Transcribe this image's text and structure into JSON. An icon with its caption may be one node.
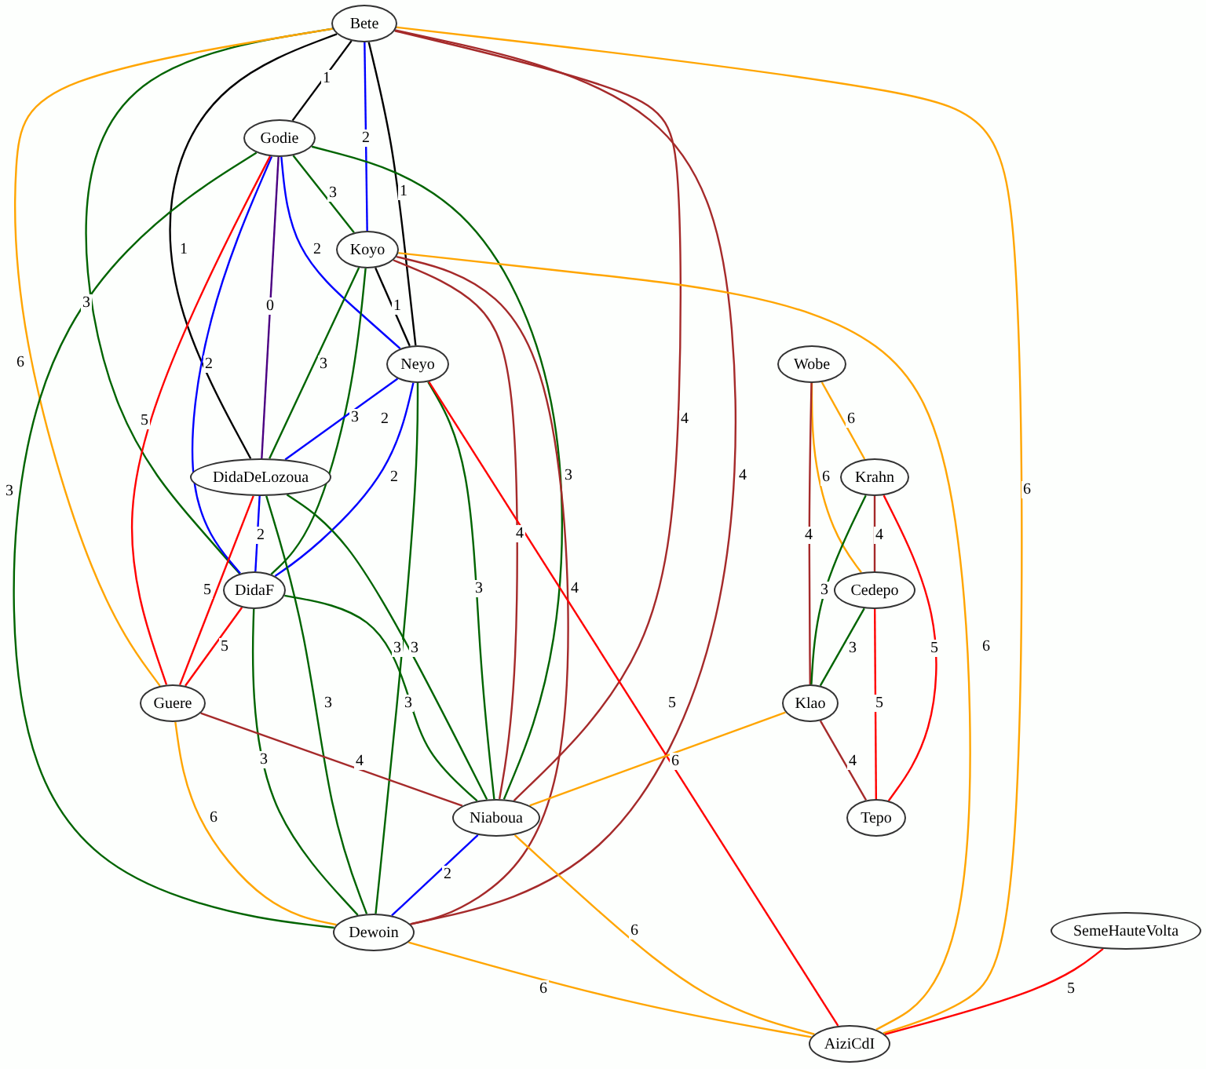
{
  "diagram": {
    "nodes": [
      {
        "text": [
          "Bete"
        ]
      },
      {
        "text": [
          "Godie"
        ]
      },
      {
        "text": [
          "Koyo"
        ]
      },
      {
        "text": [
          "Neyo"
        ]
      },
      {
        "text": [
          "Wobe"
        ]
      },
      {
        "text": [
          "DidaDeLozoua"
        ]
      },
      {
        "text": [
          "Krahn"
        ]
      },
      {
        "text": [
          "DidaF"
        ]
      },
      {
        "text": [
          "Cedepo"
        ]
      },
      {
        "text": [
          "Guere"
        ]
      },
      {
        "text": [
          "Klao"
        ]
      },
      {
        "text": [
          "Niaboua"
        ]
      },
      {
        "text": [
          "Tepo"
        ]
      },
      {
        "text": [
          "Dewoin"
        ]
      },
      {
        "text": [
          "SemeHauteVolta"
        ]
      },
      {
        "text": [
          "AiziCdI"
        ]
      }
    ],
    "edges": [
      {
        "from": 0,
        "to": 1,
        "arrow": "none",
        "label": "1",
        "color": "#000000"
      },
      {
        "from": 0,
        "to": 2,
        "arrow": "none",
        "label": "2",
        "color": "#0000ff"
      },
      {
        "from": 0,
        "to": 3,
        "arrow": "none",
        "label": "1",
        "color": "#000000"
      },
      {
        "from": 0,
        "to": 5,
        "arrow": "none",
        "label": "1",
        "color": "#000000"
      },
      {
        "from": 0,
        "to": 7,
        "arrow": "none",
        "label": "3"
      },
      {
        "from": 0,
        "to": 9,
        "arrow": "none",
        "label": "6",
        "color": "#ffa500"
      },
      {
        "from": 0,
        "to": 11,
        "arrow": "none",
        "label": "4",
        "color": "#a52a2a"
      },
      {
        "from": 0,
        "to": 13,
        "arrow": "none",
        "label": "4",
        "color": "#a52a2a"
      },
      {
        "from": 0,
        "to": 15,
        "arrow": "none",
        "label": "6",
        "color": "#ffa500"
      },
      {
        "from": 1,
        "to": 2,
        "arrow": "none",
        "label": "3"
      },
      {
        "from": 1,
        "to": 3,
        "arrow": "none",
        "label": "2",
        "color": "#0000ff"
      },
      {
        "from": 1,
        "to": 5,
        "arrow": "none",
        "label": "0",
        "color": "#4b0082"
      },
      {
        "from": 1,
        "to": 7,
        "arrow": "none",
        "label": "2",
        "color": "#0000ff"
      },
      {
        "from": 1,
        "to": 9,
        "arrow": "none",
        "label": "5",
        "color": "#ff0000"
      },
      {
        "from": 1,
        "to": 13,
        "arrow": "none",
        "label": "3"
      },
      {
        "from": 1,
        "to": 11,
        "arrow": "none",
        "label": "3"
      },
      {
        "from": 2,
        "to": 3,
        "arrow": "none",
        "label": "1",
        "color": "#000000"
      },
      {
        "from": 2,
        "to": 5,
        "arrow": "none",
        "label": "3"
      },
      {
        "from": 2,
        "to": 7,
        "arrow": "none",
        "label": "3"
      },
      {
        "from": 2,
        "to": 11,
        "arrow": "none",
        "label": "4",
        "color": "#a52a2a"
      },
      {
        "from": 2,
        "to": 13,
        "arrow": "none",
        "label": "4",
        "color": "#a52a2a"
      },
      {
        "from": 2,
        "to": 15,
        "arrow": "none",
        "label": "6",
        "color": "#ffa500"
      },
      {
        "from": 3,
        "to": 5,
        "arrow": "none",
        "label": "2",
        "color": "#0000ff"
      },
      {
        "from": 3,
        "to": 7,
        "arrow": "none",
        "label": "2",
        "color": "#0000ff"
      },
      {
        "from": 3,
        "to": 11,
        "arrow": "none",
        "label": "3"
      },
      {
        "from": 3,
        "to": 13,
        "arrow": "none",
        "label": "3"
      },
      {
        "from": 3,
        "to": 15,
        "arrow": "none",
        "label": "5",
        "color": "#ff0000"
      },
      {
        "from": 4,
        "to": 6,
        "arrow": "none",
        "label": "6",
        "color": "#ffa500"
      },
      {
        "from": 4,
        "to": 8,
        "arrow": "none",
        "label": "6",
        "color": "#ffa500"
      },
      {
        "from": 4,
        "to": 10,
        "arrow": "none",
        "label": "4",
        "color": "#a52a2a"
      },
      {
        "from": 5,
        "to": 7,
        "arrow": "none",
        "label": "2",
        "color": "#0000ff"
      },
      {
        "from": 5,
        "to": 9,
        "arrow": "none",
        "label": "5",
        "color": "#ff0000"
      },
      {
        "from": 5,
        "to": 13,
        "arrow": "none",
        "label": "3"
      },
      {
        "from": 5,
        "to": 11,
        "arrow": "none",
        "label": "3"
      },
      {
        "from": 6,
        "to": 8,
        "arrow": "none",
        "label": "4",
        "color": "#a52a2a"
      },
      {
        "from": 6,
        "to": 10,
        "arrow": "none",
        "label": "3"
      },
      {
        "from": 6,
        "to": 12,
        "arrow": "none",
        "label": "5",
        "color": "#ff0000"
      },
      {
        "from": 7,
        "to": 9,
        "arrow": "none",
        "label": "5",
        "color": "#ff0000"
      },
      {
        "from": 7,
        "to": 13,
        "arrow": "none",
        "label": "3"
      },
      {
        "from": 7,
        "to": 11,
        "arrow": "none",
        "label": "3"
      },
      {
        "from": 8,
        "to": 10,
        "arrow": "none",
        "label": "3"
      },
      {
        "from": 8,
        "to": 12,
        "arrow": "none",
        "label": "5",
        "color": "#ff0000"
      },
      {
        "from": 9,
        "to": 11,
        "arrow": "none",
        "label": "4",
        "color": "#a52a2a"
      },
      {
        "from": 9,
        "to": 13,
        "arrow": "none",
        "label": "6",
        "color": "#ffa500"
      },
      {
        "from": 10,
        "to": 12,
        "arrow": "none",
        "label": "4",
        "color": "#a52a2a"
      },
      {
        "from": 10,
        "to": 11,
        "arrow": "none",
        "label": "6",
        "color": "#ffa500"
      },
      {
        "from": 11,
        "to": 13,
        "arrow": "none",
        "label": "2",
        "color": "#0000ff"
      },
      {
        "from": 11,
        "to": 15,
        "arrow": "none",
        "label": "6",
        "color": "#ffa500"
      },
      {
        "from": 13,
        "to": 15,
        "arrow": "none",
        "label": "6",
        "color": "#ffa500"
      },
      {
        "from": 14,
        "to": 15,
        "arrow": "none",
        "label": "5",
        "color": "#ff0000"
      }
    ]
  }
}
